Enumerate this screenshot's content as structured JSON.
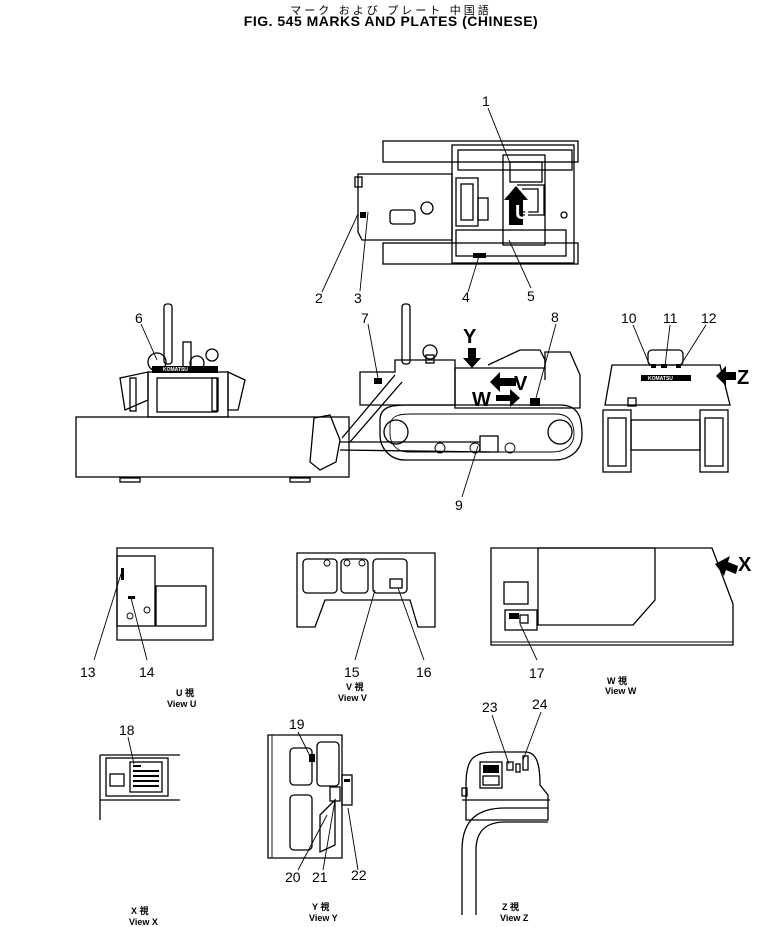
{
  "header": {
    "japanese": "マーク および プレート 中国語",
    "title": "FIG. 545  MARKS  AND  PLATES  (CHINESE)"
  },
  "callouts": [
    "1",
    "2",
    "3",
    "4",
    "5",
    "6",
    "7",
    "8",
    "9",
    "10",
    "11",
    "12",
    "13",
    "14",
    "15",
    "16",
    "17",
    "18",
    "19",
    "20",
    "21",
    "22",
    "23",
    "24"
  ],
  "view_arrows": {
    "u": "U",
    "v": "V",
    "w": "W",
    "x": "X",
    "y": "Y",
    "z": "Z"
  },
  "views": {
    "u": {
      "kanji": "U  視",
      "label": "View  U"
    },
    "v": {
      "kanji": "V  視",
      "label": "View  V"
    },
    "w": {
      "kanji": "W  視",
      "label": "View  W"
    },
    "x": {
      "kanji": "X  視",
      "label": "View  X"
    },
    "y": {
      "kanji": "Y  視",
      "label": "View  Y"
    },
    "z": {
      "kanji": "Z  視",
      "label": "View  Z"
    }
  },
  "brand_marks": [
    "KOMATSU",
    "KOMATSU"
  ]
}
